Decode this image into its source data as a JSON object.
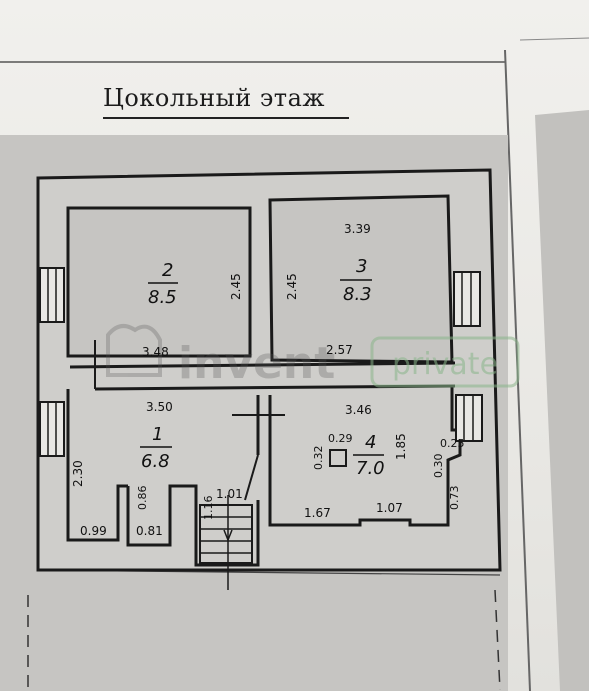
{
  "title": "Цокольный этаж",
  "watermark": {
    "brand": "invent",
    "badge": "private"
  },
  "rooms": [
    {
      "number": "2",
      "area": "8.5"
    },
    {
      "number": "3",
      "area": "8.3"
    },
    {
      "number": "1",
      "area": "6.8"
    },
    {
      "number": "4",
      "area": "7.0"
    }
  ],
  "dimensions": {
    "r2_height": "2.45",
    "r3_width": "3.39",
    "r3_height": "2.45",
    "r2_width": "3.48",
    "r3_bottom": "2.57",
    "r1_width": "3.50",
    "r4_width": "3.46",
    "r1_height": "2.30",
    "niche_a": "0.86",
    "niche_b": "0.99",
    "niche_c": "0.81",
    "stair_a": "1.16",
    "stair_b": "1.01",
    "box_w": "0.29",
    "box_h": "0.32",
    "r4_height": "1.85",
    "right_a": "0.25",
    "right_b": "0.30",
    "right_c": "0.73",
    "bottom_a": "1.67",
    "bottom_b": "1.07"
  },
  "colors": {
    "plan_fill": "#c6c5c2",
    "walls": "#1a1a1a",
    "watermark": "#8ab58a"
  }
}
